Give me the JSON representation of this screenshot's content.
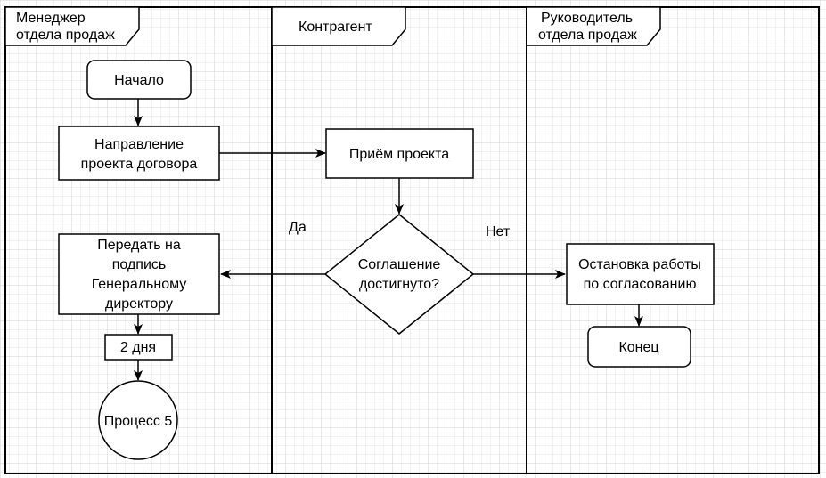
{
  "lanes": [
    {
      "header": [
        "Менеджер",
        "отдела продаж"
      ]
    },
    {
      "header": [
        "Контрагент"
      ]
    },
    {
      "header": [
        "Руководитель",
        "отдела продаж"
      ]
    }
  ],
  "nodes": {
    "start": [
      "Начало"
    ],
    "send_contract": [
      "Направление",
      "проекта договора"
    ],
    "receive_project": [
      "Приём проекта"
    ],
    "decision": [
      "Соглашение",
      "достигнуто?"
    ],
    "sign": [
      "Передать на",
      "подпись",
      "Генеральному",
      "директору"
    ],
    "duration": [
      "2 дня"
    ],
    "process5": [
      "Процесс 5"
    ],
    "stop_work": [
      "Остановка работы",
      "по согласованию"
    ],
    "end": [
      "Конец"
    ]
  },
  "edge_labels": {
    "yes": "Да",
    "no": "Нет"
  }
}
